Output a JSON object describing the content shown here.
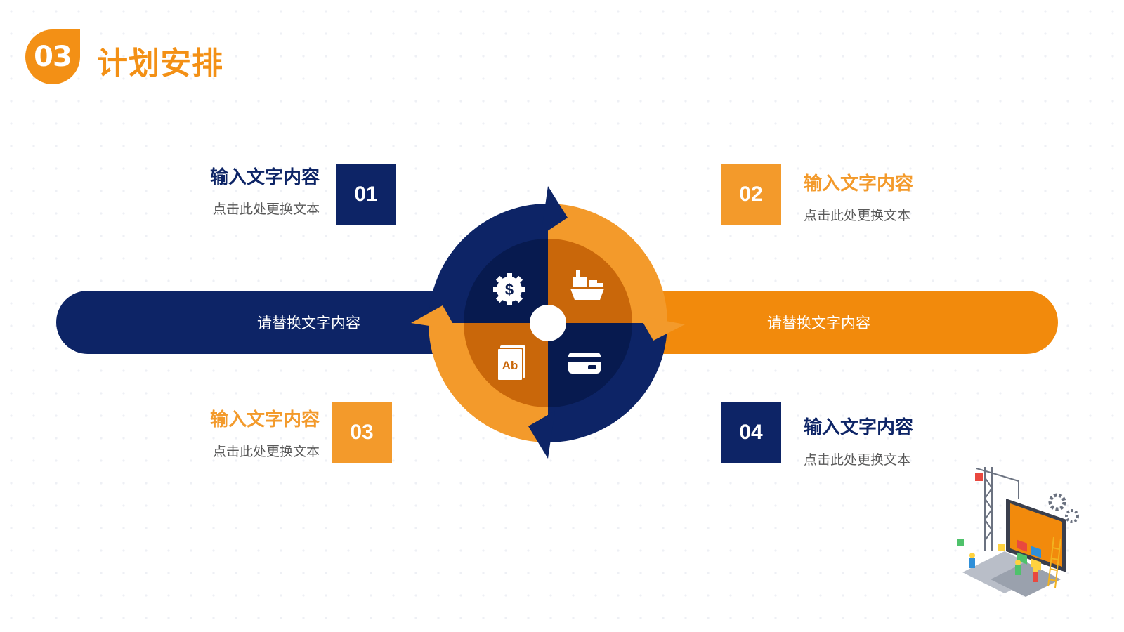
{
  "header": {
    "badge": "03",
    "title": "计划安排"
  },
  "bars": {
    "left_label": "请替换文字内容",
    "right_label": "请替换文字内容"
  },
  "items": [
    {
      "num": "01",
      "title": "输入文字内容",
      "subtitle": "点击此处更换文本"
    },
    {
      "num": "02",
      "title": "输入文字内容",
      "subtitle": "点击此处更换文本"
    },
    {
      "num": "03",
      "title": "输入文字内容",
      "subtitle": "点击此处更换文本"
    },
    {
      "num": "04",
      "title": "输入文字内容",
      "subtitle": "点击此处更换文本"
    }
  ],
  "wheel_icons": [
    "dollar-gear-icon",
    "cargo-ship-icon",
    "ab-book-icon",
    "credit-card-icon"
  ],
  "colors": {
    "navy": "#0d2466",
    "dark_navy": "#071a4f",
    "orange": "#f39a2b",
    "dark_orange": "#c9670a",
    "bar_orange": "#f28a0c"
  }
}
